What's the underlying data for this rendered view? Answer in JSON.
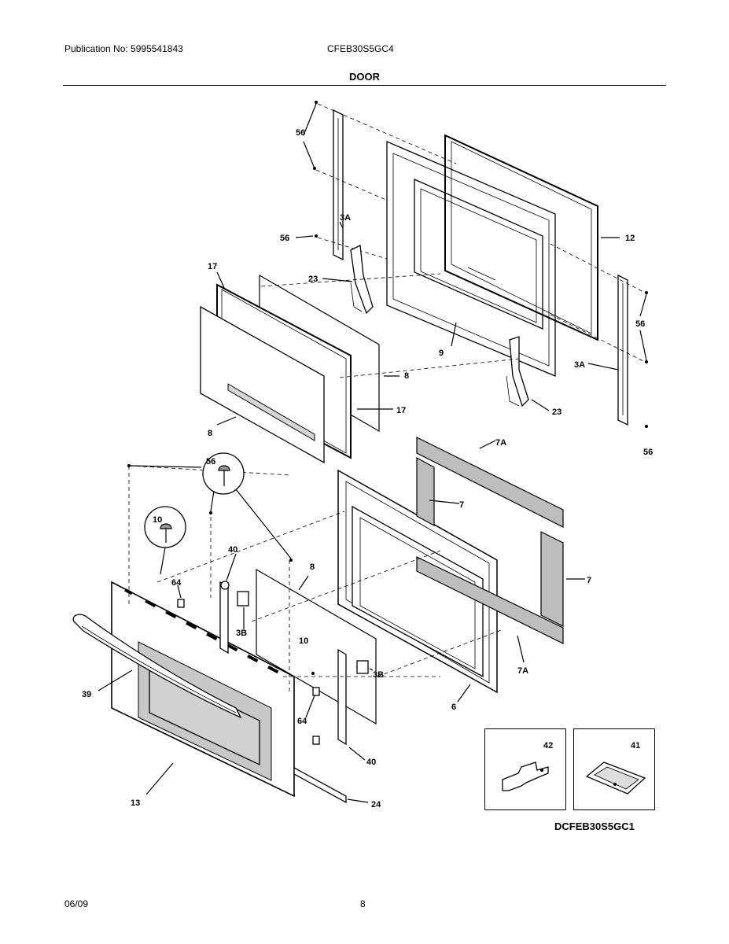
{
  "header": {
    "publication": "Publication No: 5995541843",
    "model": "CFEB30S5GC4",
    "section": "DOOR"
  },
  "diagram_code": "DCFEB30S5GC1",
  "footer": {
    "date": "06/09",
    "page": "8"
  },
  "callouts": {
    "c56a": "56",
    "c3a_top": "3A",
    "c56b": "56",
    "c12": "12",
    "c23a": "23",
    "c17a": "17",
    "c9": "9",
    "c56c": "56",
    "c8a": "8",
    "c3a_right": "3A",
    "c17b": "17",
    "c23b": "23",
    "c8b": "8",
    "c56d": "56",
    "c7a_top": "7A",
    "c56_circle": "56",
    "c7_top": "7",
    "c10_circle": "10",
    "c40_top": "40",
    "c8c": "8",
    "c64_top": "64",
    "c7_right": "7",
    "c3b_left": "3B",
    "c10b": "10",
    "c3b_right": "3B",
    "c7a_bottom": "7A",
    "c39": "39",
    "c6": "6",
    "c64_bottom": "64",
    "c42": "42",
    "c41": "41",
    "c40_bottom": "40",
    "c13": "13",
    "c24": "24"
  }
}
